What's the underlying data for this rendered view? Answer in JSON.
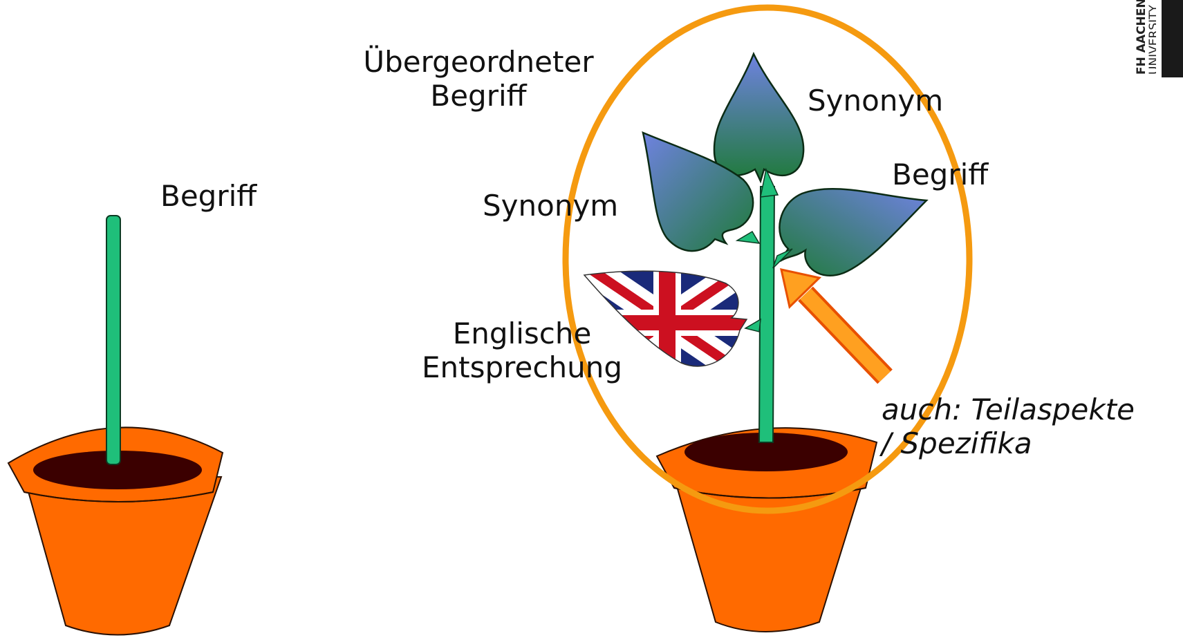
{
  "labels": {
    "left_begriff": "Begriff",
    "uebergeordneter_line1": "Übergeordneter",
    "uebergeordneter_line2": "Begriff",
    "synonym_top": "Synonym",
    "synonym_left": "Synonym",
    "begriff_right": "Begriff",
    "englische_line1": "Englische",
    "englische_line2": "Entsprechung",
    "auch_line1": "auch: Teilaspekte",
    "auch_line2": "/ Spezifika"
  },
  "logo": {
    "line1": "FH AACHEN",
    "line2": "UNIVERSITY"
  },
  "colors": {
    "pot": "#ff6a00",
    "soil": "#3b0000",
    "stem": "#1fbf7a",
    "leaf_blue": "#6f82e0",
    "leaf_green": "#1f7a3a",
    "circle": "#f59a10",
    "arrow": "#ffa020"
  }
}
